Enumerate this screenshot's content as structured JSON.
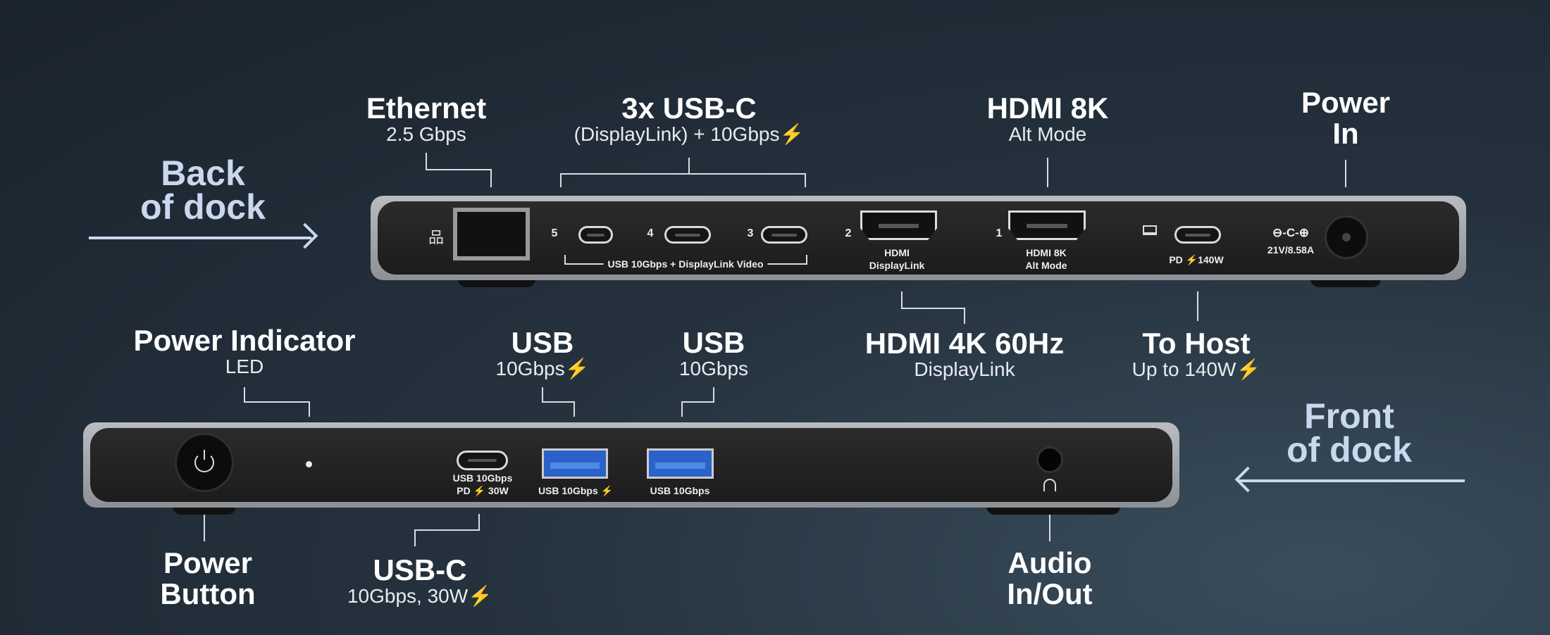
{
  "back": {
    "label1": "Back",
    "label2": "of dock"
  },
  "front": {
    "label1": "Front",
    "label2": "of dock"
  },
  "callouts": {
    "ethernet": {
      "title": "Ethernet",
      "sub": "2.5 Gbps"
    },
    "usbc3": {
      "title": "3x USB-C",
      "sub": "(DisplayLink) + 10Gbps⚡"
    },
    "hdmi8k": {
      "title": "HDMI 8K",
      "sub": "Alt Mode"
    },
    "powerin": {
      "title1": "Power",
      "title2": "In"
    },
    "hdmi4k": {
      "title": "HDMI 4K 60Hz",
      "sub": "DisplayLink"
    },
    "tohost": {
      "title": "To Host",
      "sub": "Up to 140W⚡"
    },
    "powerind": {
      "title": "Power Indicator",
      "sub": "LED"
    },
    "usb1": {
      "title": "USB",
      "sub": "10Gbps⚡"
    },
    "usb2": {
      "title": "USB",
      "sub": "10Gbps"
    },
    "powerbtn": {
      "title1": "Power",
      "title2": "Button"
    },
    "usbcfront": {
      "title": "USB-C",
      "sub": "10Gbps, 30W⚡"
    },
    "audio": {
      "title1": "Audio",
      "title2": "In/Out"
    }
  },
  "back_ports": {
    "n5": "5",
    "n4": "4",
    "n3": "3",
    "n2": "2",
    "n1": "1",
    "usb_group": "USB 10Gbps + DisplayLink Video",
    "hdmi2a": "HDMI",
    "hdmi2b": "DisplayLink",
    "hdmi1a": "HDMI 8K",
    "hdmi1b": "Alt Mode",
    "pd": "PD ⚡140W",
    "dc": "⊖-C-⊕",
    "volt": "21V/8.58A"
  },
  "front_ports": {
    "usbc_a": "USB 10Gbps",
    "usbc_b": "PD ⚡ 30W",
    "usba1": "USB 10Gbps ⚡",
    "usba2": "USB 10Gbps"
  }
}
